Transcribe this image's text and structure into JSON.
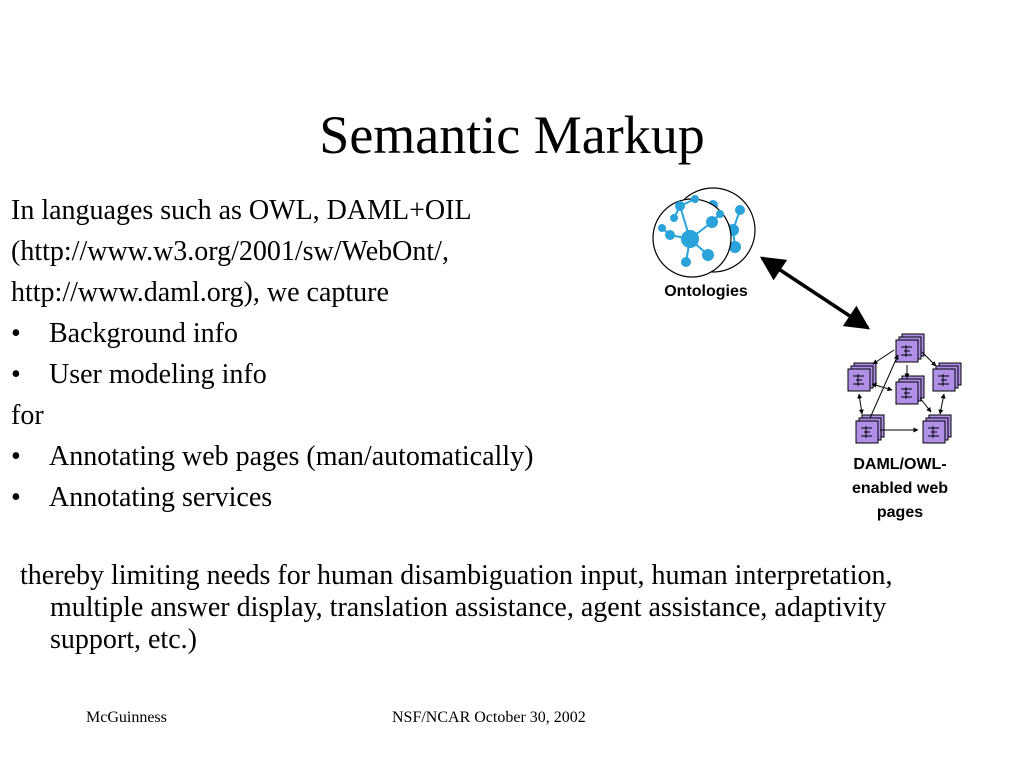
{
  "slide": {
    "title": "Semantic Markup",
    "intro_lines": [
      "In languages such as OWL, DAML+OIL",
      "(http://www.w3.org/2001/sw/WebOnt/,",
      "http://www.daml.org), we capture"
    ],
    "capture_bullets": [
      "Background info",
      "User modeling info"
    ],
    "for_text": "for",
    "purpose_bullets": [
      "Annotating web pages (man/automatically)",
      "Annotating services"
    ],
    "bullet_glyph": "•",
    "closing": "thereby limiting needs for human disambiguation input, human interpretation, multiple answer display, translation assistance, agent assistance, adaptivity support, etc.)"
  },
  "diagram": {
    "ontologies_label": "Ontologies",
    "pages_label": "DAML/OWL-enabled web pages",
    "node_color": "#29a3d9",
    "page_color": "#b08fe6",
    "page_icon": "web-page-icon",
    "ontology_icon": "ontology-graph-icon"
  },
  "footer": {
    "author": "McGuinness",
    "event": "NSF/NCAR October 30, 2002"
  }
}
